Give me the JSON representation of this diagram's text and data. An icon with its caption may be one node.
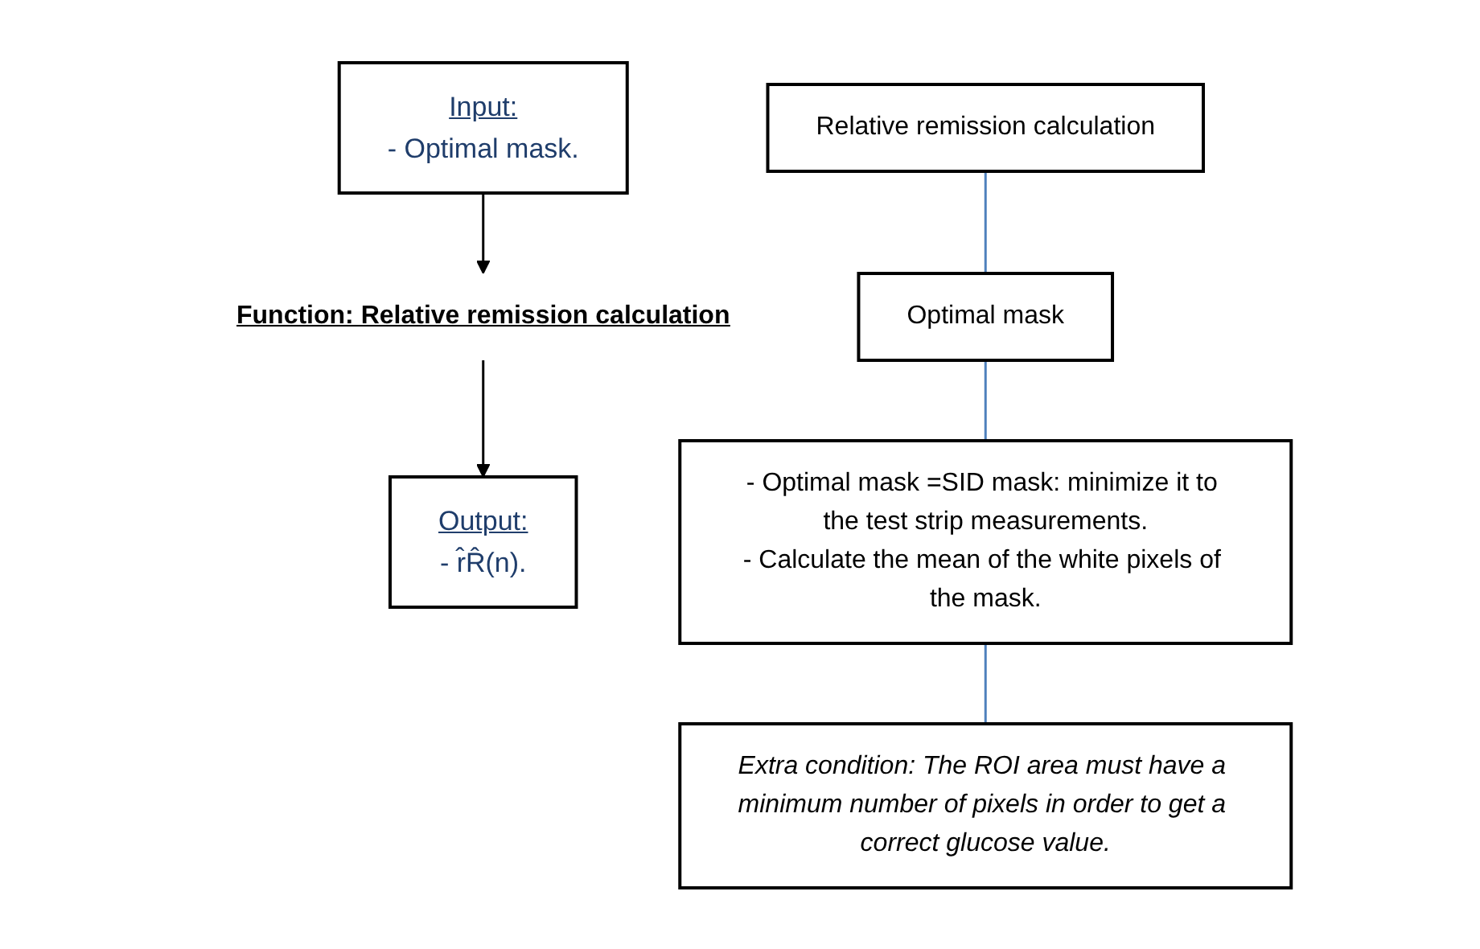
{
  "diagram": {
    "nodes": [
      {
        "text": [
          "Input:",
          "- Optimal mask."
        ]
      },
      {
        "text": [
          "Function: Relative remission calculation"
        ]
      },
      {
        "text": [
          "Output:",
          "- r̂R̂(n)."
        ]
      },
      {
        "text": [
          "Relative remission calculation"
        ]
      },
      {
        "text": [
          "Optimal mask"
        ]
      },
      {
        "text": [
          "- Optimal mask =SID mask: minimize it to the test strip measurements.",
          "- Calculate the mean of the white pixels of the mask."
        ]
      },
      {
        "text": [
          "Extra condition: The ROI area must have a minimum number of pixels in order to get a correct glucose value."
        ]
      }
    ],
    "edges": [
      {
        "from": 0,
        "to": 1,
        "arrow": "to",
        "color": "#000000"
      },
      {
        "from": 1,
        "to": 2,
        "arrow": "to",
        "color": "#000000"
      },
      {
        "from": 3,
        "to": 4,
        "arrow": "none"
      },
      {
        "from": 4,
        "to": 5,
        "arrow": "none"
      },
      {
        "from": 5,
        "to": 6,
        "arrow": "none"
      }
    ]
  }
}
